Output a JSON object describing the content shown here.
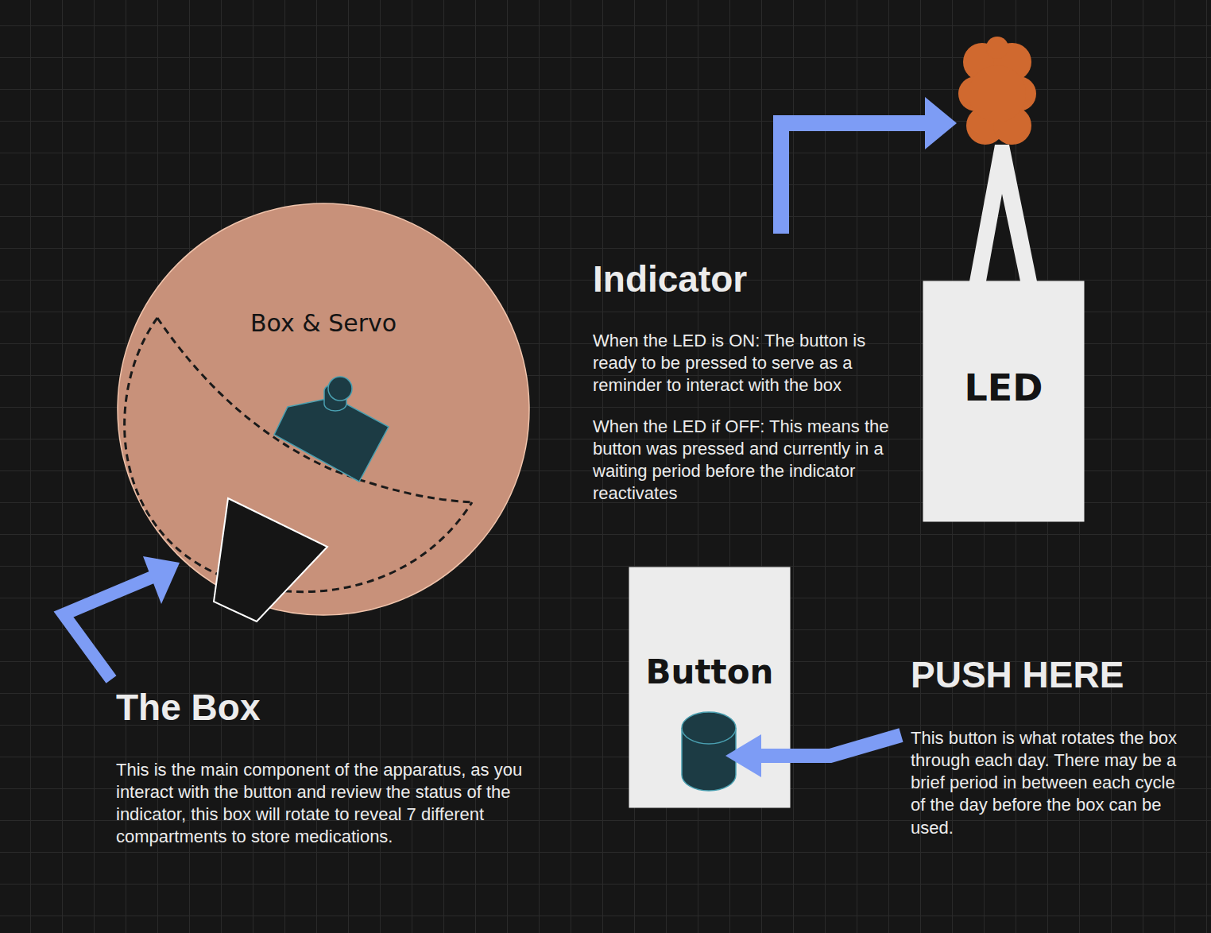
{
  "diagram": {
    "nodes": [
      {
        "text": [
          "Box & Servo"
        ]
      },
      {
        "text": [
          "LED"
        ]
      },
      {
        "text": [
          "Button"
        ]
      }
    ],
    "labels": [
      "Indicator",
      "When the LED is ON: The button is ready to be pressed to serve as a reminder to interact with the box",
      "When the LED if OFF: This means the button was pressed and currently in a waiting period before the indicator reactivates",
      "The Box",
      "This is the main component of the apparatus, as you interact with the button and review the status of the indicator, this box will rotate to reveal 7 different compartments to store medications.",
      "PUSH HERE",
      "This button is what rotates the box through each day. There may be a brief period in between each cycle of the day before the box can be used."
    ]
  }
}
